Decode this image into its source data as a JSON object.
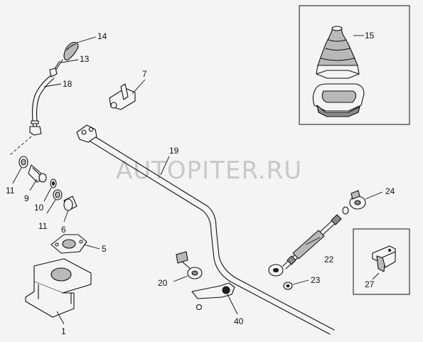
{
  "watermark": "AUTOPITER.RU",
  "callouts": {
    "c1": "1",
    "c5": "5",
    "c6": "6",
    "c7": "7",
    "c9": "9",
    "c10": "10",
    "c11a": "11",
    "c11b": "11",
    "c13": "13",
    "c14": "14",
    "c15": "15",
    "c18": "18",
    "c19": "19",
    "c20": "20",
    "c22": "22",
    "c23": "23",
    "c24": "24",
    "c27": "27",
    "c40": "40"
  },
  "colors": {
    "line": "#111111",
    "shade": "#b9b9b9",
    "background": "#f4f4f4",
    "watermark": "#c8c8c8"
  }
}
